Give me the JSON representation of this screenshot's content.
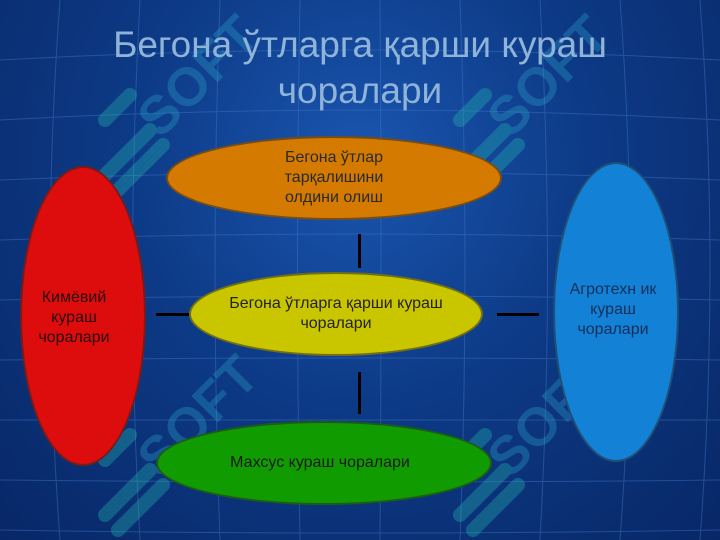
{
  "slide": {
    "title": "Бегона ўтларга қарши кураш чоралари",
    "watermark_text": "SOFT"
  },
  "diagram": {
    "top": "Бегона ўтлар тарқалишини олдини олиш",
    "center": "Бегона ўтларга қарши кураш чоралари",
    "left": "Кимёвий кураш чоралари",
    "right": "Агротехн ик кураш чоралари",
    "bottom": "Махсус кураш чоралари"
  },
  "colors": {
    "top": "#d47a00",
    "center": "#c9c600",
    "left": "#dd0d0d",
    "right": "#1281d6",
    "bottom": "#109c00",
    "background": "#0d3a86",
    "title": "#8fb3d9"
  }
}
